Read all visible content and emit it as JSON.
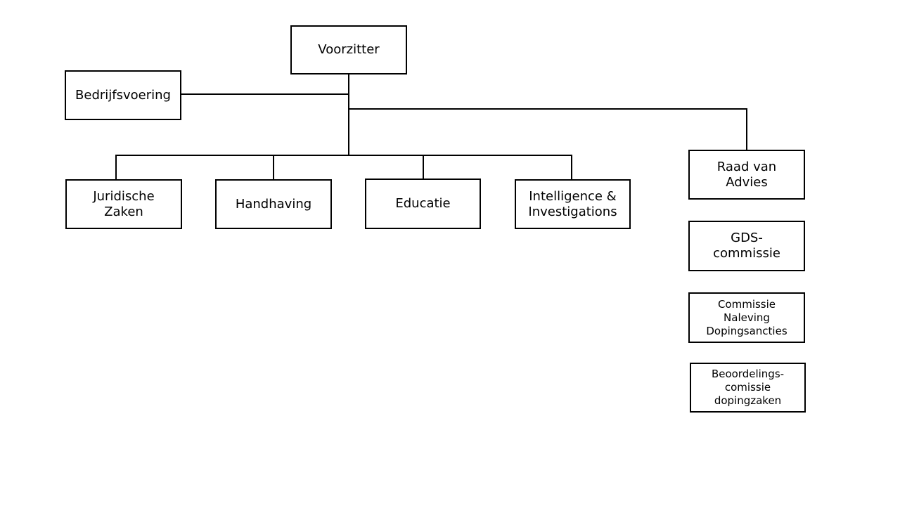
{
  "org_chart": {
    "top": "Voorzitter",
    "staff": "Bedrijfsvoering",
    "departments": [
      "Juridische\nZaken",
      "Handhaving",
      "Educatie",
      "Intelligence &\nInvestigations"
    ],
    "committees": [
      "Raad van\nAdvies",
      "GDS-\ncommissie",
      "Commissie\nNaleving\nDopingsancties",
      "Beoordelings-\ncomissie\ndopingzaken"
    ]
  }
}
